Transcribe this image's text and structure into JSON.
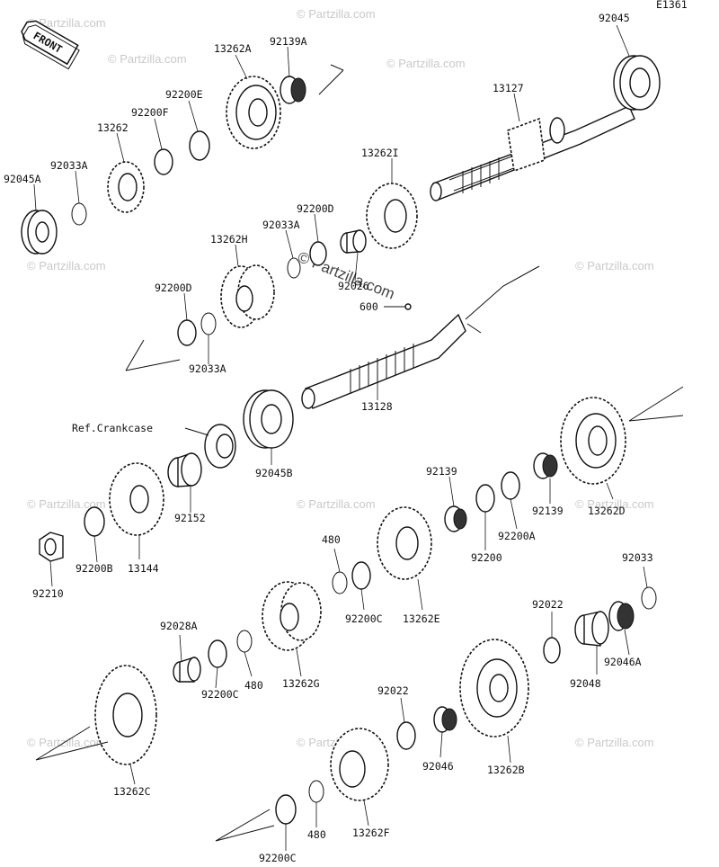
{
  "diagram_code": "E1361",
  "front_label": "FRONT",
  "watermark": "© Partzilla.com",
  "labels": {
    "p92045": "92045",
    "p13127": "13127",
    "p13262A": "13262A",
    "p92139A": "92139A",
    "p92200E": "92200E",
    "p92200F": "92200F",
    "p13262": "13262",
    "p92033A_top": "92033A",
    "p92045A": "92045A",
    "p13262I": "13262I",
    "p92200D_top": "92200D",
    "p92033A_mid": "92033A",
    "p13262H": "13262H",
    "p92026": "92026",
    "p92200D_mid": "92200D",
    "p92033A_low": "92033A",
    "p600": "600",
    "p13128": "13128",
    "ref_crankcase": "Ref.Crankcase",
    "p92045B": "92045B",
    "p92152": "92152",
    "p13144": "13144",
    "p92210": "92210",
    "p92200B": "92200B",
    "p92139_a": "92139",
    "p92139_b": "92139",
    "p92200A": "92200A",
    "p92200": "92200",
    "p13262D": "13262D",
    "p480_a": "480",
    "p92200C_a": "92200C",
    "p13262E": "13262E",
    "p92028A": "92028A",
    "p92200C_b": "92200C",
    "p480_b": "480",
    "p13262G": "13262G",
    "p92033": "92033",
    "p92022_a": "92022",
    "p92048": "92048",
    "p92046A": "92046A",
    "p92022_b": "92022",
    "p92046": "92046",
    "p13262B": "13262B",
    "p13262C": "13262C",
    "p480_c": "480",
    "p13262F": "13262F",
    "p92200C_c": "92200C"
  }
}
